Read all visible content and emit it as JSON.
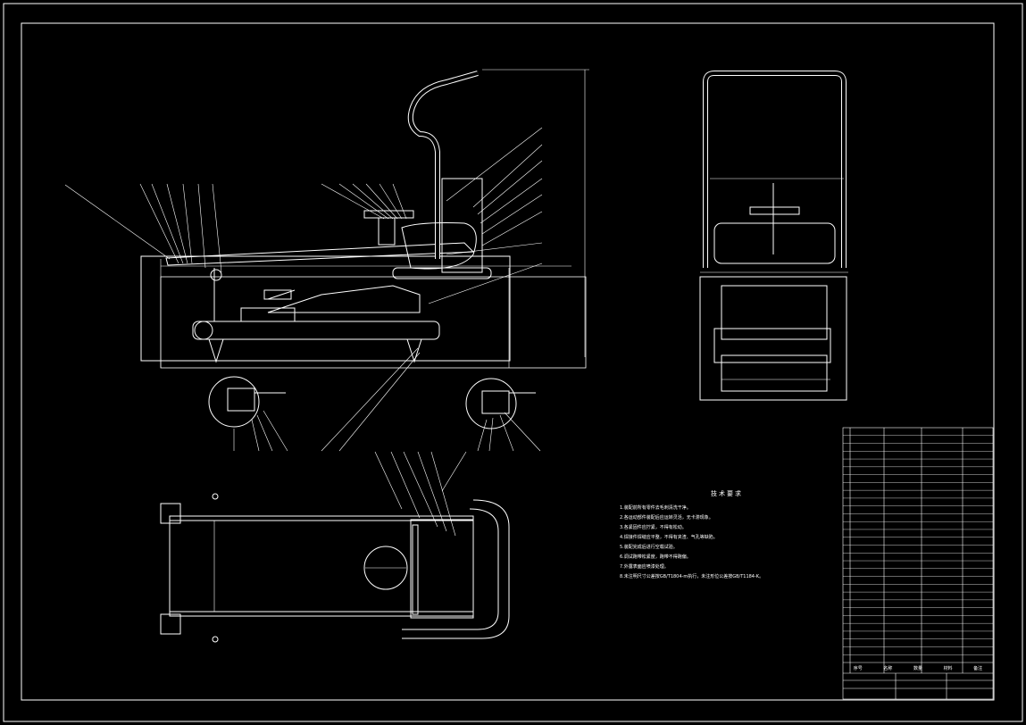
{
  "sheet": {
    "background": "#000000",
    "line_color": "#ffffff"
  },
  "notes": {
    "title": "技术要求",
    "lines": [
      "1.装配前所有零件去毛刺清洗干净。",
      "2.各运动部件装配后应运转灵活，无卡滞现象。",
      "3.各紧固件应拧紧，不得有松动。",
      "4.焊接件焊缝应平整，不得有夹渣、气孔等缺陷。",
      "5.装配完成后进行空载试验。",
      "6.调试跑带松紧度，跑带不得跑偏。",
      "7.外露表面应喷漆处理。",
      "8.未注明尺寸公差按GB/T1804-m执行，未注形位公差按GB/T1184-K。"
    ]
  },
  "bom": {
    "rows": 30,
    "header": [
      "序号",
      "名称",
      "数量",
      "材料",
      "备注"
    ]
  }
}
